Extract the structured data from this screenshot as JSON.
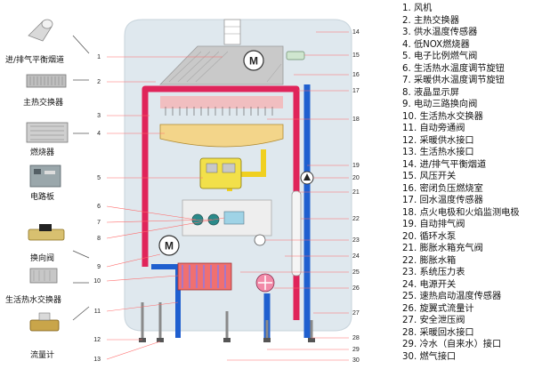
{
  "legend": [
    "1. 风机",
    "2. 主热交换器",
    "3. 供水温度传感器",
    "4. 低NOX燃烧器",
    "5. 电子比例燃气阀",
    "6. 生活热水温度调节旋钮",
    "7. 采暖供水温度调节旋钮",
    "8. 液晶显示屏",
    "9. 电动三路换向阀",
    "10. 生活热水交换器",
    "11. 自动旁通阀",
    "12. 采暖供水接口",
    "13. 生活热水接口",
    "14. 进/排气平衡烟道",
    "15. 风压开关",
    "16. 密闭负压燃烧室",
    "17. 回水温度传感器",
    "18. 点火电极和火焰监测电极",
    "19. 自动排气阀",
    "20. 循环水泵",
    "21. 膨胀水箱充气阀",
    "22. 膨胀水箱",
    "23. 系统压力表",
    "24. 电源开关",
    "25. 速热启动温度传感器",
    "26. 旋翼式流量计",
    "27. 安全泄压阀",
    "28. 采暖回水接口",
    "29. 冷水（自来水）接口",
    "30. 燃气接口"
  ],
  "components": [
    "进/排气平衡烟道",
    "主热交换器",
    "燃烧器",
    "电路板",
    "换向阀",
    "生活热水交换器",
    "流量计"
  ],
  "left_numbers": [
    "1",
    "2",
    "3",
    "4",
    "5",
    "6",
    "7",
    "8",
    "9",
    "10",
    "11",
    "12",
    "13"
  ],
  "right_numbers": [
    "14",
    "15",
    "16",
    "17",
    "18",
    "19",
    "20",
    "21",
    "22",
    "23",
    "24",
    "25",
    "26",
    "27",
    "28",
    "29",
    "30"
  ],
  "fan_letter": "M",
  "colors": {
    "supply": "#e0245a",
    "return": "#1f5fcf",
    "gas": "#f0d020",
    "burner": "#f3d58a",
    "housing": "#dfe8ee",
    "callout": "#ff6b6b"
  }
}
